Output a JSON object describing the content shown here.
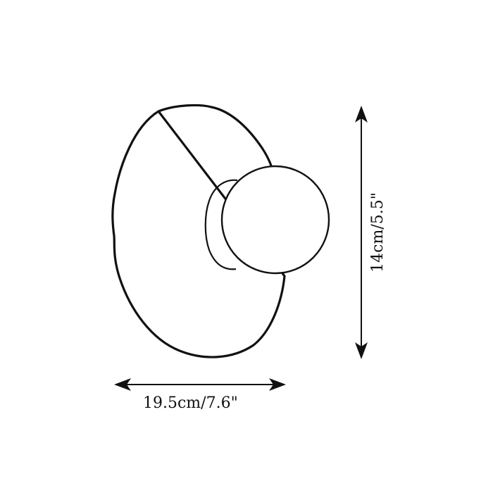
{
  "diagram": {
    "subject": "wall lamp dimension drawing",
    "stroke_color": "#111111",
    "background": "#ffffff",
    "parts": [
      "wavy-backplate",
      "mount-cap",
      "globe-shade"
    ],
    "dimensions": {
      "width": {
        "label": "19.5cm/7.6\"",
        "orientation": "horizontal"
      },
      "height": {
        "label": "14cm/5.5\"",
        "orientation": "vertical"
      }
    }
  }
}
